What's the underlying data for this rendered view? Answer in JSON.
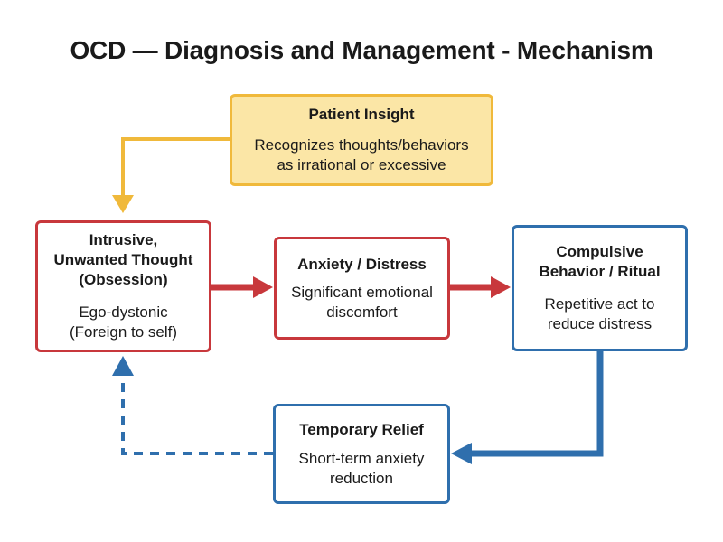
{
  "title": "OCD — Diagnosis and Management - Mechanism",
  "nodes": {
    "insight": {
      "title": "Patient Insight",
      "text": "Recognizes thoughts/behaviors\nas irrational or excessive"
    },
    "obsession": {
      "title": "Intrusive,\nUnwanted Thought\n(Obsession)",
      "text": "Ego-dystonic\n(Foreign to self)"
    },
    "anxiety": {
      "title": "Anxiety / Distress",
      "text": "Significant emotional\ndiscomfort"
    },
    "compulsion": {
      "title": "Compulsive\nBehavior / Ritual",
      "text": "Repetitive act to\nreduce distress"
    },
    "relief": {
      "title": "Temporary Relief",
      "text": "Short-term anxiety\nreduction"
    }
  },
  "colors": {
    "insight_fill": "#fbe6a6",
    "insight_border": "#f0b93b",
    "red": "#c8383c",
    "blue": "#2f6fad"
  }
}
